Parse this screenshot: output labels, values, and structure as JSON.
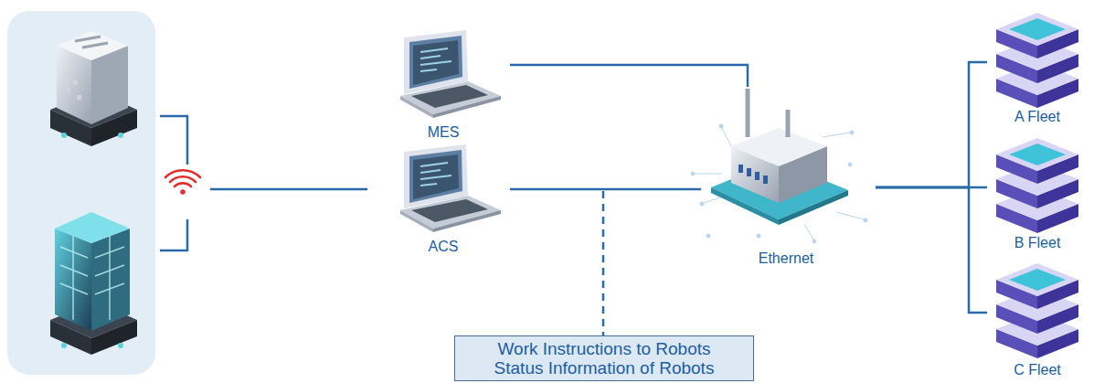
{
  "diagram": {
    "nodes": [
      {
        "text": [
          "MES"
        ]
      },
      {
        "text": [
          "ACS"
        ]
      },
      {
        "text": [
          "Ethernet"
        ]
      },
      {
        "text": [
          "A Fleet"
        ]
      },
      {
        "text": [
          "B Fleet"
        ]
      },
      {
        "text": [
          "C Fleet"
        ]
      },
      {
        "text": [
          "Work Instructions to Robots",
          "Status Information of Robots"
        ]
      }
    ],
    "edges": [
      {
        "from": 0,
        "to": 2,
        "arrow": "none"
      },
      {
        "from": 1,
        "to": 2,
        "arrow": "none"
      },
      {
        "from": 2,
        "to": 3,
        "arrow": "none"
      },
      {
        "from": 2,
        "to": 4,
        "arrow": "none"
      },
      {
        "from": 2,
        "to": 5,
        "arrow": "none"
      }
    ]
  }
}
